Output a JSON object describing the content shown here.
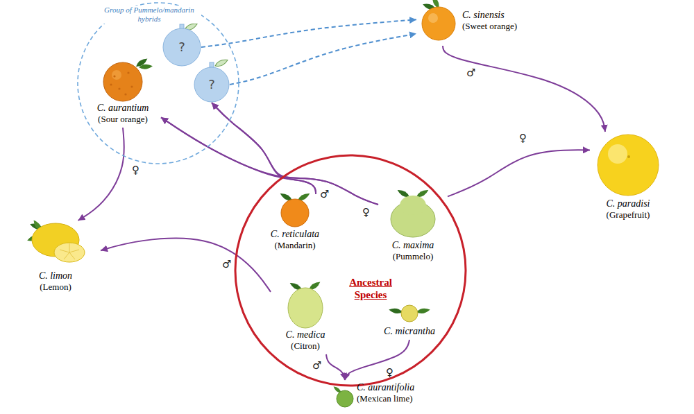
{
  "diagram": {
    "nodes": [
      {
        "text": [
          "Group of Pummelo/mandarin hybrids"
        ]
      },
      {
        "text": [
          "C. aurantium",
          "(Sour orange)"
        ],
        "in": 0
      },
      {
        "text": [
          "?"
        ],
        "in": 0
      },
      {
        "text": [
          "?"
        ],
        "in": 0
      },
      {
        "text": [
          "C. sinensis",
          "(Sweet orange)"
        ]
      },
      {
        "text": [
          "Ancestral Species"
        ]
      },
      {
        "text": [
          "C. reticulata",
          "(Mandarin)"
        ],
        "in": 5
      },
      {
        "text": [
          "C. maxima",
          "(Pummelo)"
        ],
        "in": 5
      },
      {
        "text": [
          "C. medica",
          "(Citron)"
        ],
        "in": 5
      },
      {
        "text": [
          "C. micrantha"
        ],
        "in": 5
      },
      {
        "text": [
          "C. paradisi",
          "(Grapefruit)"
        ]
      },
      {
        "text": [
          "C. limon",
          "(Lemon)"
        ]
      },
      {
        "text": [
          "C. aurantifolia",
          "(Mexican lime)"
        ]
      }
    ],
    "edges": [
      {
        "from": 6,
        "to": 1,
        "arrow": "to",
        "label": "♂"
      },
      {
        "from": 7,
        "to": 1,
        "arrow": "to",
        "label": "♀"
      },
      {
        "from": 6,
        "to": 3,
        "arrow": "to"
      },
      {
        "from": 7,
        "to": 3,
        "arrow": "to"
      },
      {
        "from": 2,
        "to": 4,
        "arrow": "to"
      },
      {
        "from": 3,
        "to": 4,
        "arrow": "to"
      },
      {
        "from": 4,
        "to": 10,
        "arrow": "to",
        "label": "♂"
      },
      {
        "from": 7,
        "to": 10,
        "arrow": "to",
        "label": "♀"
      },
      {
        "from": 1,
        "to": 11,
        "arrow": "to",
        "label": "♀"
      },
      {
        "from": 8,
        "to": 11,
        "arrow": "to",
        "label": "♂"
      },
      {
        "from": 8,
        "to": 12,
        "arrow": "to",
        "label": "♂"
      },
      {
        "from": 9,
        "to": 12,
        "arrow": "to",
        "label": "♀"
      }
    ]
  }
}
